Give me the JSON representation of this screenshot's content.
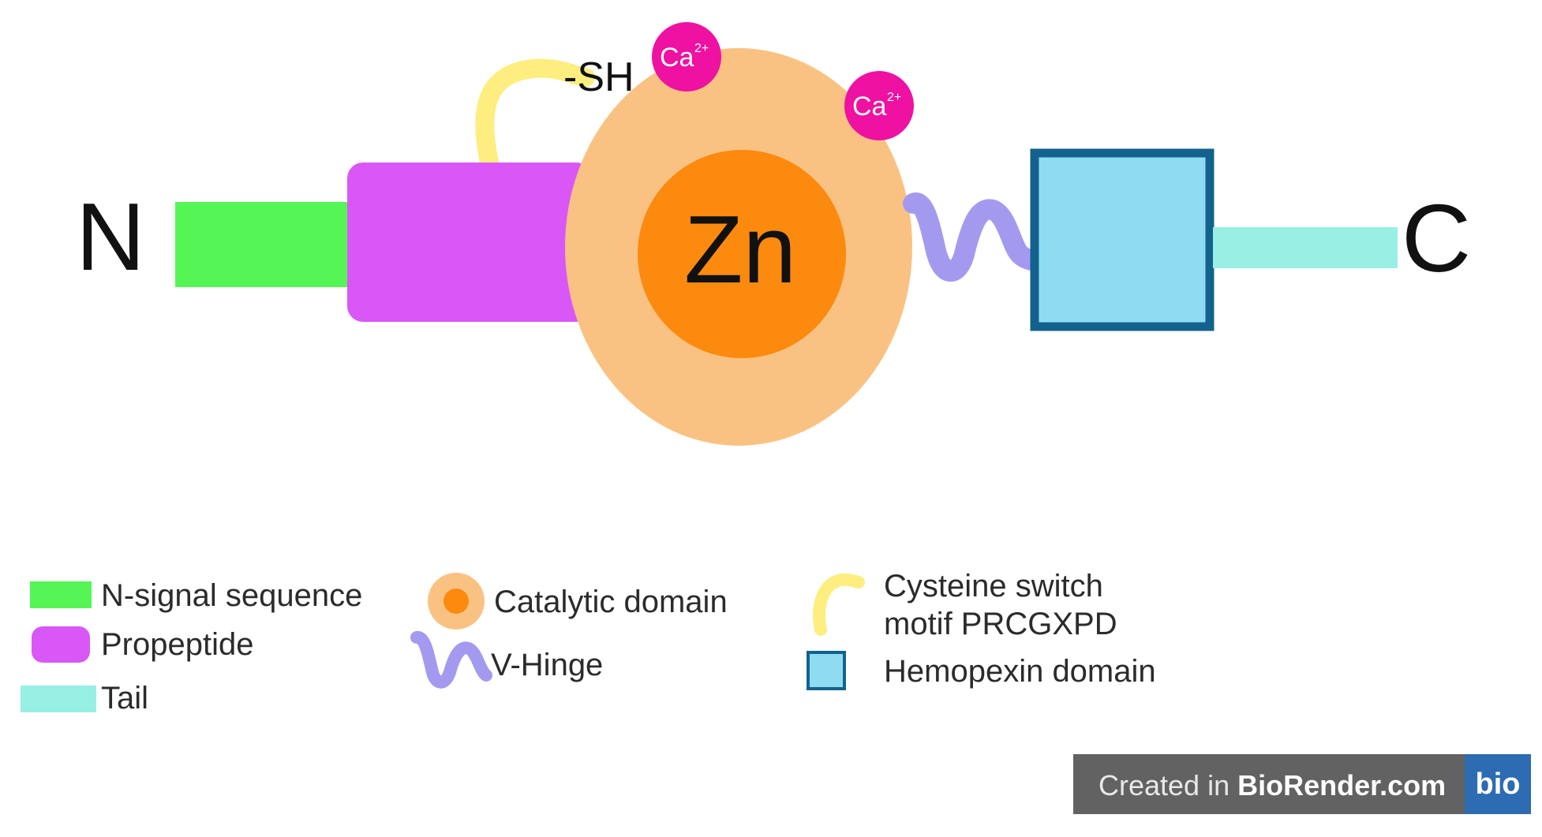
{
  "diagram": {
    "n_label": "N",
    "c_label": "C",
    "zn_label": "Zn",
    "sh_label": "-SH",
    "ca_label": "Ca",
    "ca_charge": "2+"
  },
  "legend": {
    "n_signal": "N-signal sequence",
    "propeptide": "Propeptide",
    "tail": "Tail",
    "catalytic": "Catalytic domain",
    "hinge": "V-Hinge",
    "cysteine_line1": "Cysteine switch",
    "cysteine_line2": "motif PRCGXPD",
    "hemopexin": "Hemopexin domain"
  },
  "badge": {
    "prefix": "Created in ",
    "brand": "BioRender.com",
    "logo": "bio"
  },
  "colors": {
    "n_signal": "#55f555",
    "propeptide": "#d957f7",
    "catalytic_outer": "#fac282",
    "catalytic_inner": "#fb8a0f",
    "calcium": "#ee11a2",
    "cysteine": "#fdee7f",
    "hinge": "#a39af0",
    "hemopexin_fill": "#8fdcf2",
    "hemopexin_border": "#12628d",
    "tail": "#98efe4",
    "badge_bg": "#626262",
    "badge_logo_bg": "#2d6bb2"
  }
}
